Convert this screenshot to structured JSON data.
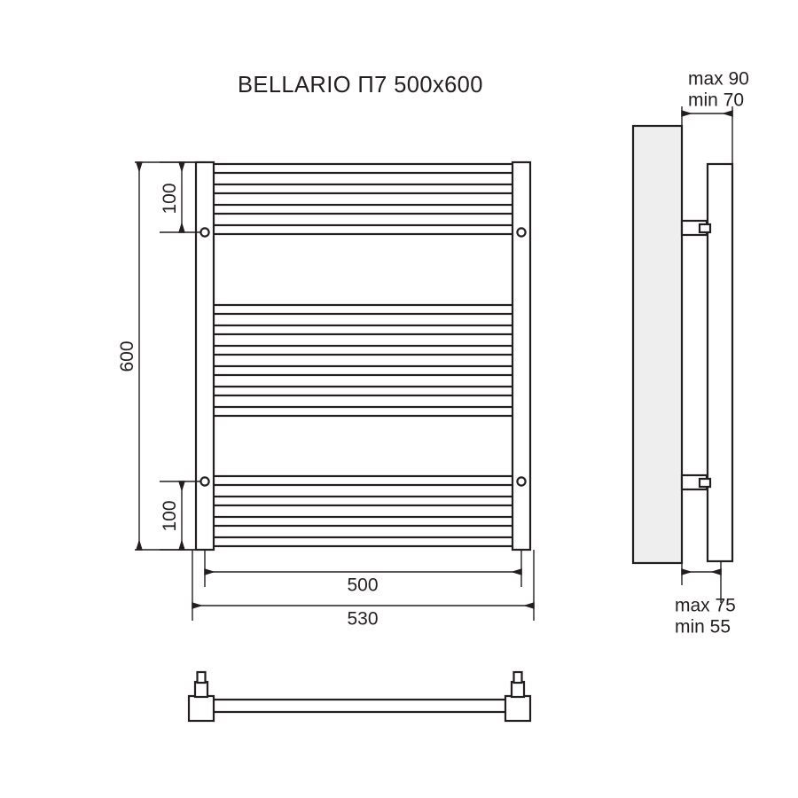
{
  "title": "BELLARIO П7 500x600",
  "front_view": {
    "name": "front-elevation",
    "dimensions": {
      "overall_height": "600",
      "top_mount_offset": "100",
      "bottom_mount_offset": "100",
      "inner_width": "500",
      "outer_width": "530"
    },
    "rails": {
      "left_label": "left-vertical-rail",
      "right_label": "right-vertical-rail"
    },
    "mount_holes": 4,
    "rungs": {
      "top_group_count": 4,
      "middle_group_count": 6,
      "bottom_group_count": 4,
      "total": 14
    }
  },
  "side_view": {
    "name": "side-elevation",
    "dimensions": {
      "top_max": "max 90",
      "top_min": "min 70",
      "bottom_max": "max 75",
      "bottom_min": "min 55"
    }
  },
  "detail_view": {
    "name": "bottom-plan-detail",
    "description": "connector-bar-plan"
  },
  "colors": {
    "line": "#231f20",
    "fill": "#ffffff",
    "wall": "#eeeeee",
    "background": "#ffffff"
  }
}
